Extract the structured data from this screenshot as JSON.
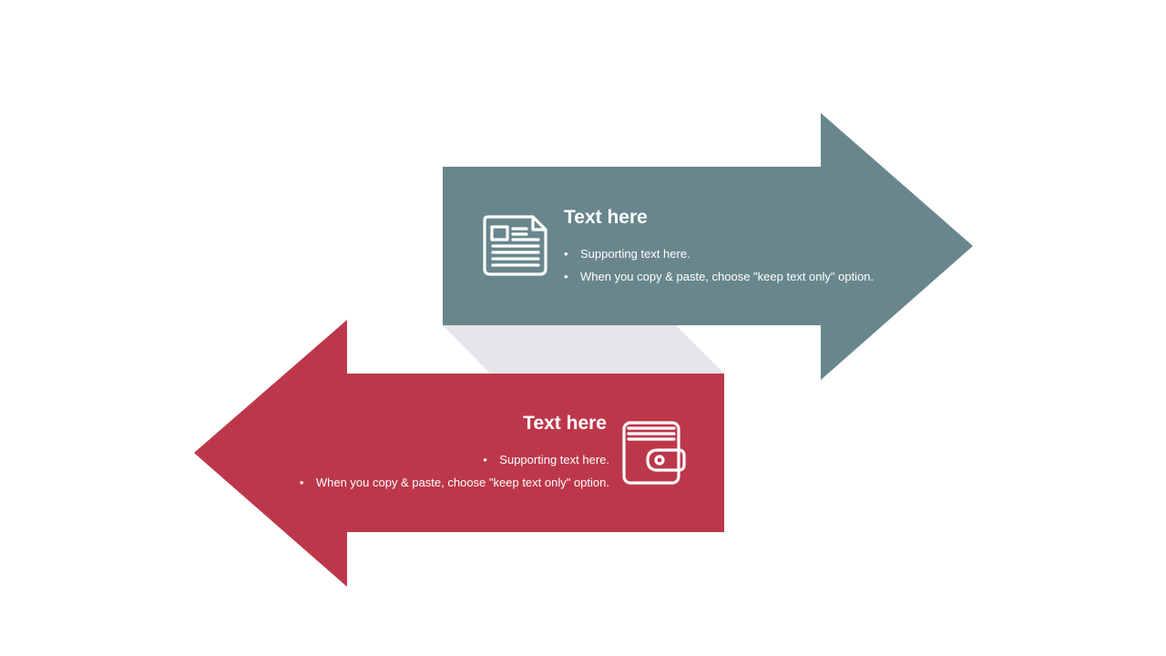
{
  "colors": {
    "teal_arrow": "#69868d",
    "red_arrow": "#bd374a",
    "connector": "#e4e6ea",
    "text": "#ffffff",
    "background": "#ffffff"
  },
  "top_arrow": {
    "direction": "right",
    "icon": "newspaper-icon",
    "title": "Text here",
    "bullets": [
      "Supporting text here.",
      "When you copy & paste, choose \"keep text only\" option."
    ]
  },
  "bottom_arrow": {
    "direction": "left",
    "icon": "wallet-icon",
    "title": "Text here",
    "bullets": [
      "Supporting text here.",
      "When you copy & paste, choose \"keep text only\" option."
    ]
  }
}
